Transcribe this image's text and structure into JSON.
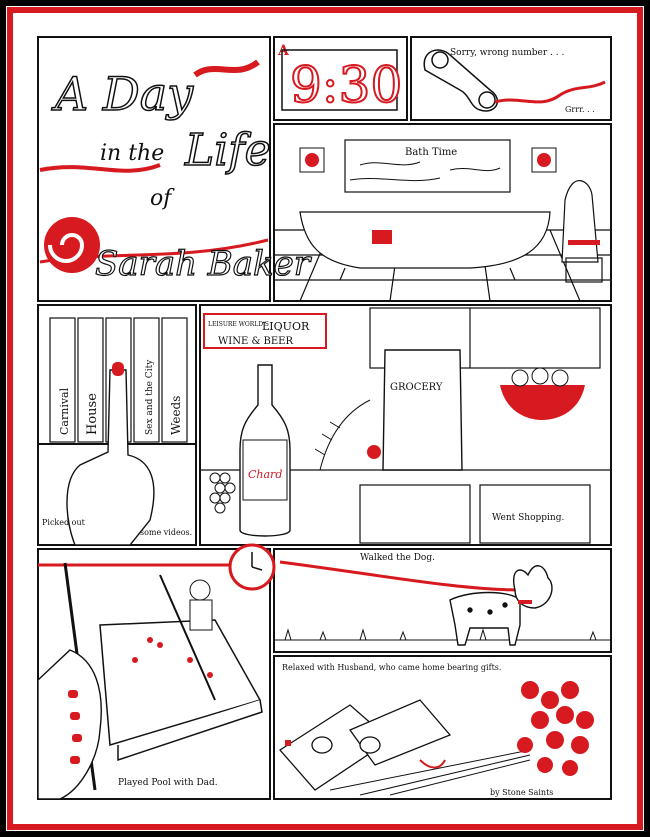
{
  "title": {
    "line1": "A Day",
    "line2": "in the",
    "line3": "Life",
    "line4": "of",
    "line5": "Sarah Baker"
  },
  "clock": {
    "prefix": "A",
    "time": "9:30"
  },
  "phone": {
    "speech": "Sorry, wrong number . . .",
    "growl": "Grrr. . ."
  },
  "bath": {
    "sign": "Bath Time"
  },
  "videos": {
    "spines": [
      "Carnival",
      "House",
      "Sex and the City",
      "Weeds"
    ],
    "caption_left": "Picked out",
    "caption_right": "some videos."
  },
  "shopping": {
    "store_sign_small": "LEISURE WORLD'S",
    "store_sign_big": "LIQUOR",
    "store_sign_sub": "WINE & BEER",
    "bag": "GROCERY",
    "bottle": "Chard",
    "caption": "Went Shopping."
  },
  "pool": {
    "caption": "Played Pool with Dad."
  },
  "dog": {
    "caption": "Walked the Dog."
  },
  "husband": {
    "caption": "Relaxed with Husband, who came home bearing gifts."
  },
  "signature": "by Stone Saints",
  "colors": {
    "accent": "#d71920",
    "ink": "#111111",
    "paper": "#ffffff",
    "border": "#000000"
  }
}
